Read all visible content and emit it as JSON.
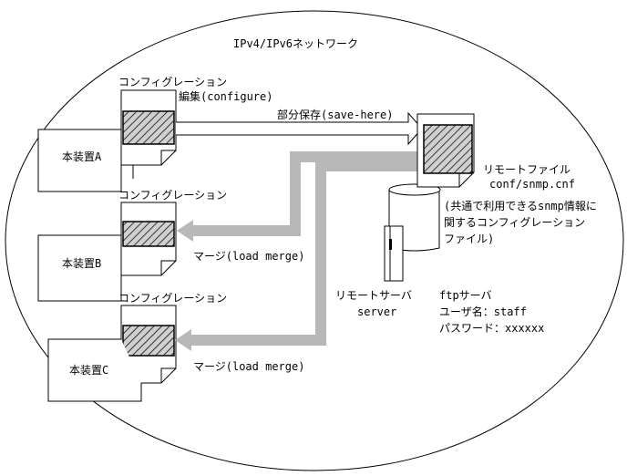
{
  "network_label": "IPv4/IPv6ネットワーク",
  "devices": [
    {
      "name": "本装置A",
      "config_label": "コンフィグレーション"
    },
    {
      "name": "本装置B",
      "config_label": "コンフィグレーション"
    },
    {
      "name": "本装置C",
      "config_label": "コンフィグレーション"
    }
  ],
  "edit_label": "編集(configure)",
  "save_label": "部分保存(save-here)",
  "merge_b_label": "マージ(load merge)",
  "merge_c_label": "マージ(load merge)",
  "remote_file": {
    "title": "リモートファイル",
    "path": "conf/snmp.cnf",
    "desc_line1": "(共通で利用できるsnmp情報に",
    "desc_line2": "関するコンフィグレーション",
    "desc_line3": "ファイル)"
  },
  "remote_server": {
    "label": "リモートサーバ",
    "name": "server"
  },
  "ftp_server": {
    "label": "ftpサーバ",
    "user": "ユーザ名：staff",
    "password": "パスワード：xxxxxx"
  },
  "colors": {
    "hatch_bg": "#d0d0d0",
    "gray_arrow": "#b8b8b8"
  }
}
